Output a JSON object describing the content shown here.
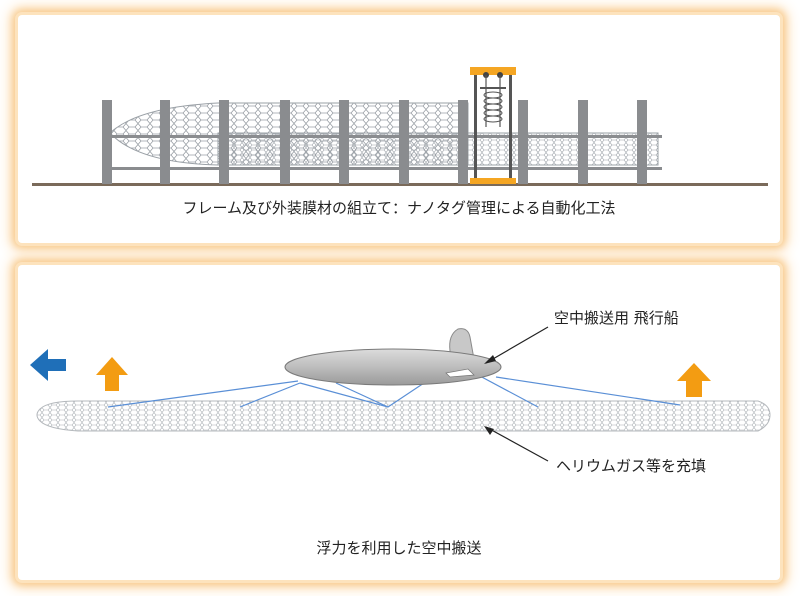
{
  "top_panel": {
    "caption": "フレーム及び外装膜材の組立て：ナノタグ管理による自動化工法"
  },
  "bottom_panel": {
    "caption": "浮力を利用した空中搬送",
    "airship_label": "空中搬送用 飛行船",
    "helium_label": "ヘリウムガス等を充填"
  },
  "colors": {
    "frame_gray": "#8a8c8f",
    "ground": "#7a6a5a",
    "crane_orange": "#f5a623",
    "arrow_orange": "#f39c12",
    "arrow_blue": "#1f6fb8",
    "cable_blue": "#5a8fd6",
    "glow": "#f8c98a"
  },
  "icons": {
    "left_arrow": "arrow-left-icon",
    "up_arrow": "arrow-up-icon"
  }
}
